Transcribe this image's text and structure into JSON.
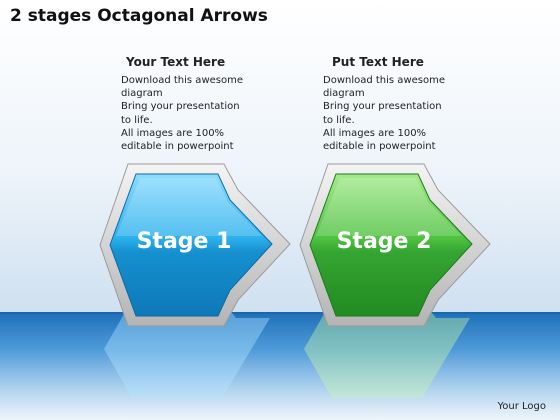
{
  "title": "2 stages Octagonal Arrows",
  "columns": [
    {
      "heading": "Your Text Here",
      "lines": [
        "Download this awesome",
        "diagram",
        "Bring your presentation",
        "to life.",
        "All images are 100%",
        "editable in powerpoint"
      ]
    },
    {
      "heading": "Put Text Here",
      "lines": [
        "Download this awesome",
        "diagram",
        "Bring your presentation",
        "to life.",
        "All images are 100%",
        "editable in powerpoint"
      ]
    }
  ],
  "stages": [
    {
      "label": "Stage 1",
      "color": "#1a9ad6"
    },
    {
      "label": "Stage 2",
      "color": "#3aa83a"
    }
  ],
  "logo": "Your Logo"
}
